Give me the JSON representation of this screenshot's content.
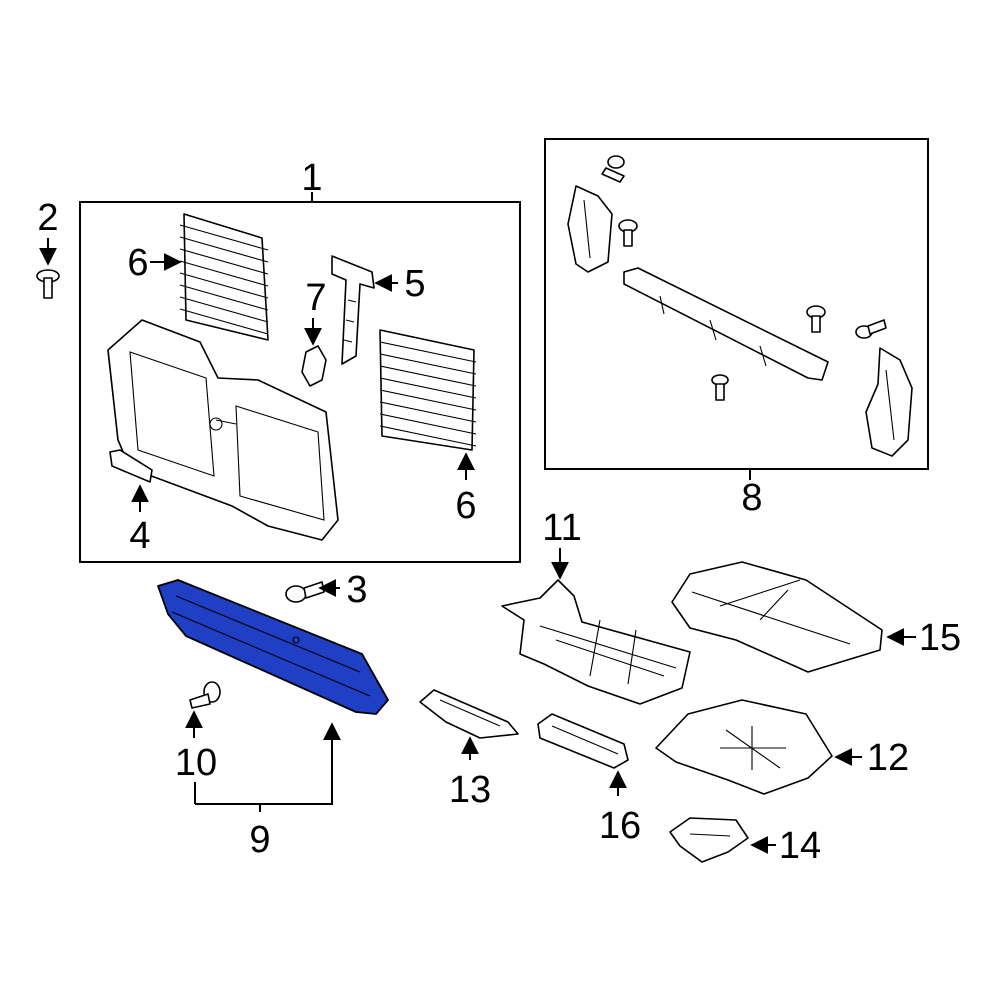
{
  "callouts": [
    "1",
    "2",
    "3",
    "4",
    "5",
    "6",
    "6",
    "7",
    "8",
    "9",
    "10",
    "11",
    "12",
    "13",
    "14",
    "15",
    "16"
  ],
  "colors": {
    "highlight": "#1f3fc4",
    "line": "#000000",
    "background": "#ffffff"
  }
}
